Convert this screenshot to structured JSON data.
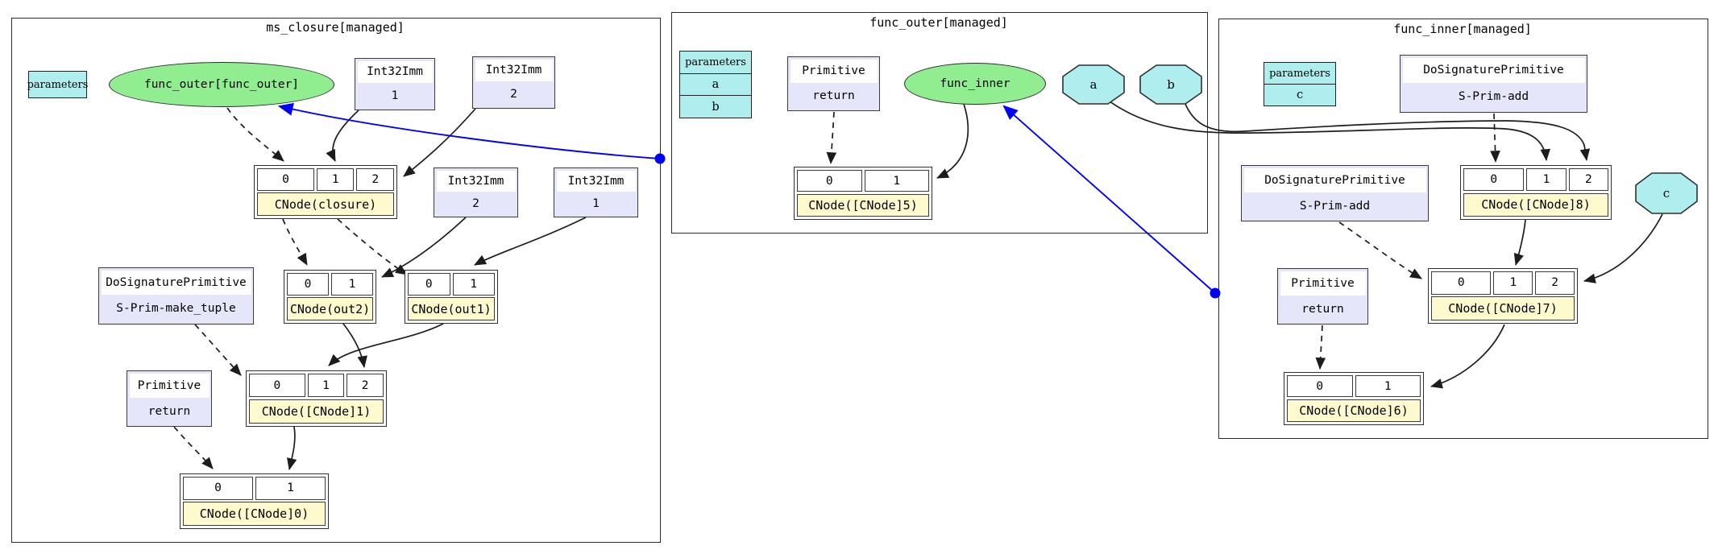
{
  "colors": {
    "node_green": "#90ee90",
    "node_cyan": "#aeeeee",
    "node_lavender": "#e6e6fa",
    "label_cream": "#fffacd",
    "edge_blue": "#0000ff",
    "edge_black": "#1c1c1c"
  },
  "ms_closure": {
    "title": "ms_closure[managed]",
    "parameters_header": "parameters",
    "func_outer_ellipse": "func_outer[func_outer]",
    "imm_top_1": {
      "type": "Int32Imm",
      "value": "1"
    },
    "imm_top_2": {
      "type": "Int32Imm",
      "value": "2"
    },
    "closure": {
      "cells": [
        "0",
        "1",
        "2"
      ],
      "label": "CNode(closure)"
    },
    "imm_mid_2": {
      "type": "Int32Imm",
      "value": "2"
    },
    "imm_mid_1": {
      "type": "Int32Imm",
      "value": "1"
    },
    "make_tuple": {
      "type": "DoSignaturePrimitive",
      "value": "S-Prim-make_tuple"
    },
    "out2": {
      "cells": [
        "0",
        "1"
      ],
      "label": "CNode(out2)"
    },
    "out1": {
      "cells": [
        "0",
        "1"
      ],
      "label": "CNode(out1)"
    },
    "return_node": {
      "type": "Primitive",
      "value": "return"
    },
    "cnode1": {
      "cells": [
        "0",
        "1",
        "2"
      ],
      "label": "CNode([CNode]1)"
    },
    "cnode0": {
      "cells": [
        "0",
        "1"
      ],
      "label": "CNode([CNode]0)"
    }
  },
  "func_outer": {
    "title": "func_outer[managed]",
    "parameters": {
      "header": "parameters",
      "rows": [
        "a",
        "b"
      ]
    },
    "return_node": {
      "type": "Primitive",
      "value": "return"
    },
    "func_inner_ellipse": "func_inner",
    "octagon_a": "a",
    "octagon_b": "b",
    "cnode5": {
      "cells": [
        "0",
        "1"
      ],
      "label": "CNode([CNode]5)"
    }
  },
  "func_inner": {
    "title": "func_inner[managed]",
    "parameters": {
      "header": "parameters",
      "rows": [
        "c"
      ]
    },
    "add_top": {
      "type": "DoSignaturePrimitive",
      "value": "S-Prim-add"
    },
    "cnode8": {
      "cells": [
        "0",
        "1",
        "2"
      ],
      "label": "CNode([CNode]8)"
    },
    "add_mid": {
      "type": "DoSignaturePrimitive",
      "value": "S-Prim-add"
    },
    "octagon_c": "c",
    "return_node": {
      "type": "Primitive",
      "value": "return"
    },
    "cnode7": {
      "cells": [
        "0",
        "1",
        "2"
      ],
      "label": "CNode([CNode]7)"
    },
    "cnode6": {
      "cells": [
        "0",
        "1"
      ],
      "label": "CNode([CNode]6)"
    }
  }
}
